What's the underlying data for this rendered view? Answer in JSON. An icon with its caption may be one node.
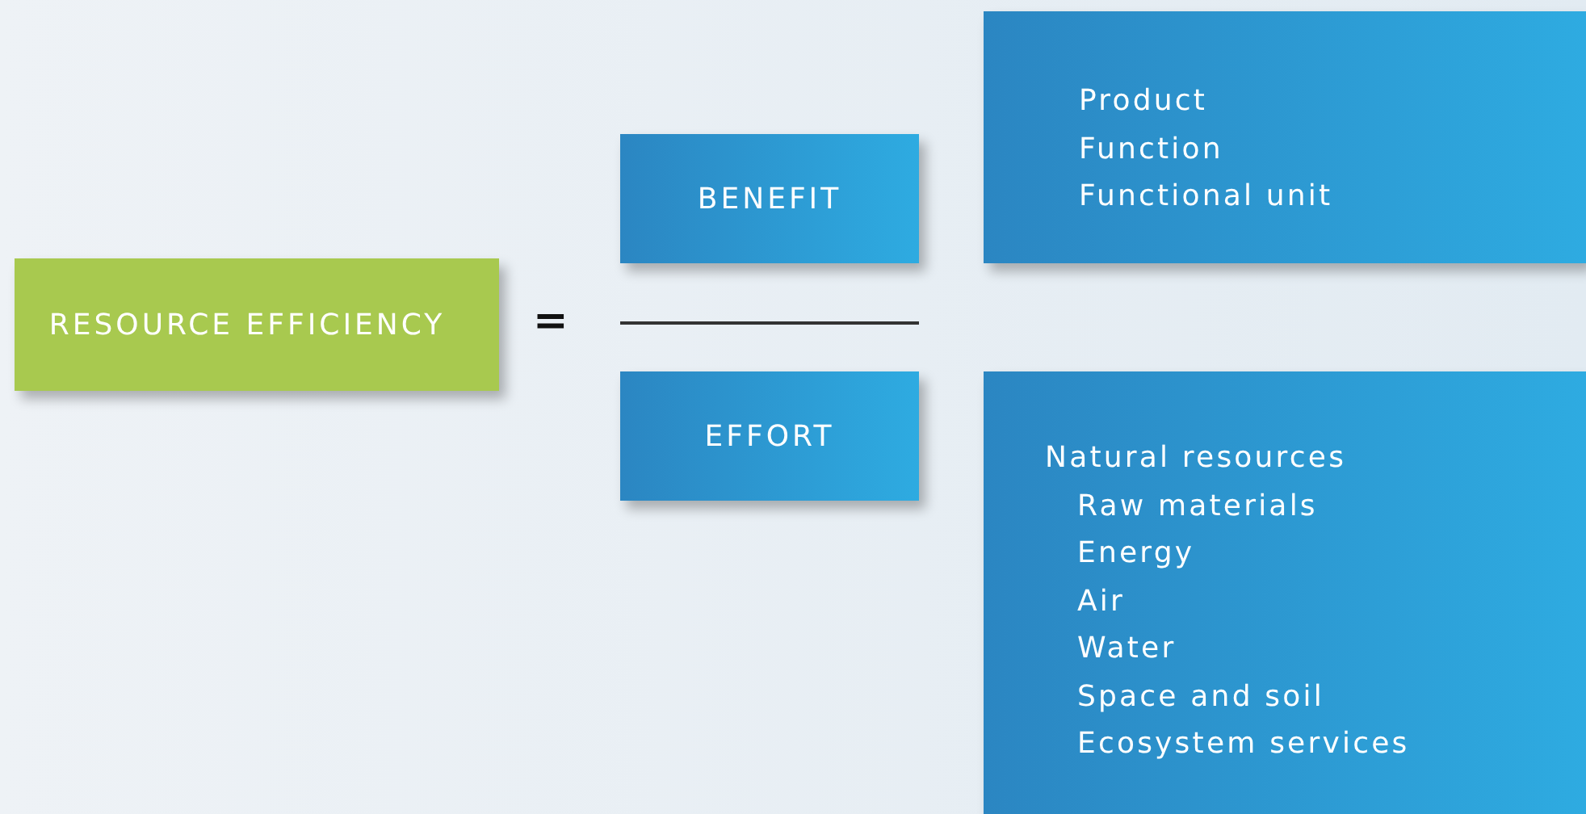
{
  "diagram": {
    "nodes": [
      {
        "text": [
          "RESOURCE EFFICIENCY"
        ]
      },
      {
        "text": [
          "BENEFIT"
        ]
      },
      {
        "text": [
          "EFFORT"
        ]
      },
      {
        "text": [
          "Product",
          "Function",
          "Functional unit"
        ]
      },
      {
        "text": [
          "Natural resources",
          "Raw materials",
          "Energy",
          "Air",
          "Water",
          "Space and soil",
          "Ecosystem services"
        ]
      }
    ],
    "labels": [
      "="
    ]
  }
}
